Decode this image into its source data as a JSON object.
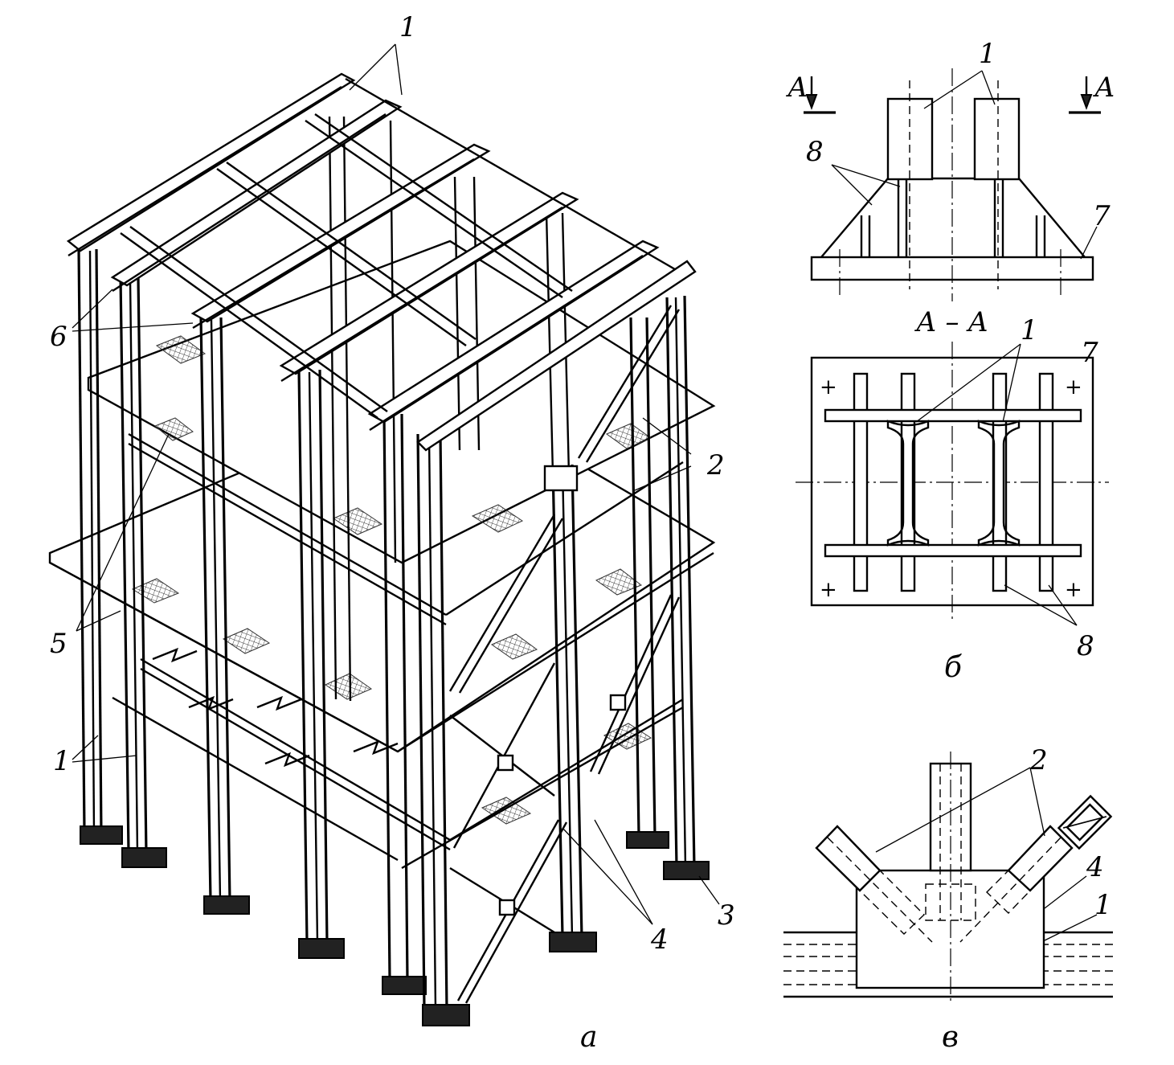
{
  "figure": {
    "panels": {
      "a": {
        "caption": "а"
      },
      "b": {
        "caption": "б",
        "section_label": "А – А"
      },
      "v": {
        "caption": "в"
      }
    },
    "callouts_a": {
      "n1_top": "1",
      "n2": "2",
      "n3": "3",
      "n4": "4",
      "n5": "5",
      "n6": "6",
      "n1_bottom": "1"
    },
    "callouts_top_right": {
      "n1": "1",
      "n8": "8",
      "n7": "7",
      "section_left": "А",
      "section_right": "А"
    },
    "callouts_b": {
      "n1": "1",
      "n7": "7",
      "n8": "8"
    },
    "callouts_v": {
      "n2": "2",
      "n4": "4",
      "n1": "1"
    }
  }
}
